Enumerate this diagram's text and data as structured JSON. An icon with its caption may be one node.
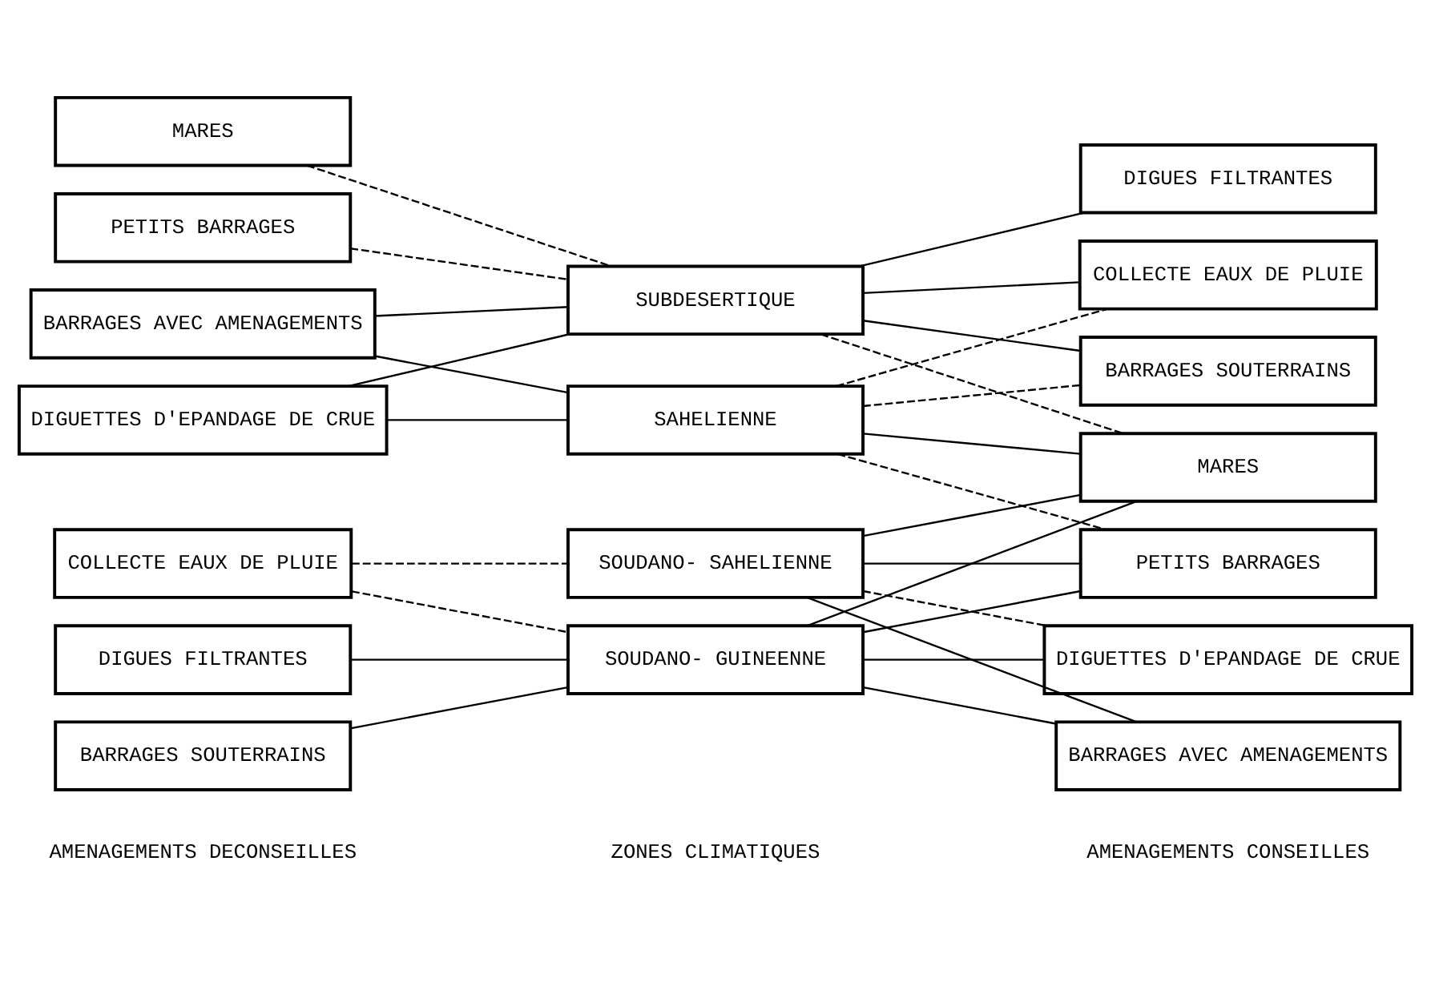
{
  "diagram": {
    "nodes": [
      {
        "text": [
          "DIGUETTES D'EPANDAGE DE CRUE"
        ]
      },
      {
        "text": [
          "BARRAGES AVEC AMENAGEMENTS"
        ]
      },
      {
        "text": [
          "PETITS BARRAGES"
        ]
      },
      {
        "text": [
          "MARES"
        ]
      },
      {
        "text": [
          "COLLECTE EAUX DE PLUIE"
        ]
      },
      {
        "text": [
          "BARRAGES SOUTERRAINS"
        ]
      },
      {
        "text": [
          "DIGUES FILTRANTES"
        ]
      },
      {
        "text": [
          "SUBDESERTIQUE"
        ]
      },
      {
        "text": [
          "SAHELIENNE"
        ]
      },
      {
        "text": [
          "SOUDANO- SAHELIENNE"
        ]
      },
      {
        "text": [
          "SOUDANO- GUINEENNE"
        ]
      },
      {
        "text": [
          "DIGUES FILTRANTES"
        ]
      },
      {
        "text": [
          "BARRAGES SOUTERRAINS"
        ]
      },
      {
        "text": [
          "COLLECTE EAUX DE PLUIE"
        ]
      },
      {
        "text": [
          "MARES"
        ]
      },
      {
        "text": [
          "PETITS BARRAGES"
        ]
      },
      {
        "text": [
          "BARRAGES AVEC AMENAGEMENTS"
        ]
      },
      {
        "text": [
          "DIGUETTES D'EPANDAGE DE CRUE"
        ]
      }
    ],
    "edges": [
      {
        "from": 0,
        "to": 7,
        "arrow": "none"
      },
      {
        "from": 0,
        "to": 8,
        "arrow": "none"
      },
      {
        "from": 1,
        "to": 7,
        "arrow": "none"
      },
      {
        "from": 1,
        "to": 8,
        "arrow": "none"
      },
      {
        "from": 2,
        "to": 7,
        "arrow": "none",
        "style": "dashed"
      },
      {
        "from": 3,
        "to": 7,
        "arrow": "none",
        "style": "dashed"
      },
      {
        "from": 4,
        "to": 9,
        "arrow": "none",
        "style": "dashed"
      },
      {
        "from": 4,
        "to": 10,
        "arrow": "none",
        "style": "dashed"
      },
      {
        "from": 5,
        "to": 10,
        "arrow": "none"
      },
      {
        "from": 6,
        "to": 10,
        "arrow": "none"
      },
      {
        "from": 7,
        "to": 11,
        "arrow": "none"
      },
      {
        "from": 7,
        "to": 12,
        "arrow": "none"
      },
      {
        "from": 7,
        "to": 13,
        "arrow": "none"
      },
      {
        "from": 7,
        "to": 14,
        "arrow": "none",
        "style": "dashed"
      },
      {
        "from": 8,
        "to": 12,
        "arrow": "none",
        "style": "dashed"
      },
      {
        "from": 8,
        "to": 13,
        "arrow": "none",
        "style": "dashed"
      },
      {
        "from": 8,
        "to": 14,
        "arrow": "none"
      },
      {
        "from": 8,
        "to": 15,
        "arrow": "none",
        "style": "dashed"
      },
      {
        "from": 9,
        "to": 14,
        "arrow": "none"
      },
      {
        "from": 9,
        "to": 15,
        "arrow": "none"
      },
      {
        "from": 9,
        "to": 16,
        "arrow": "none"
      },
      {
        "from": 9,
        "to": 17,
        "arrow": "none",
        "style": "dashed"
      },
      {
        "from": 10,
        "to": 14,
        "arrow": "none"
      },
      {
        "from": 10,
        "to": 15,
        "arrow": "none"
      },
      {
        "from": 10,
        "to": 16,
        "arrow": "none"
      },
      {
        "from": 10,
        "to": 17,
        "arrow": "none"
      }
    ],
    "labels": [
      "AMENAGEMENTS DECONSEILLES",
      "ZONES CLIMATIQUES",
      "AMENAGEMENTS CONSEILLES"
    ]
  }
}
